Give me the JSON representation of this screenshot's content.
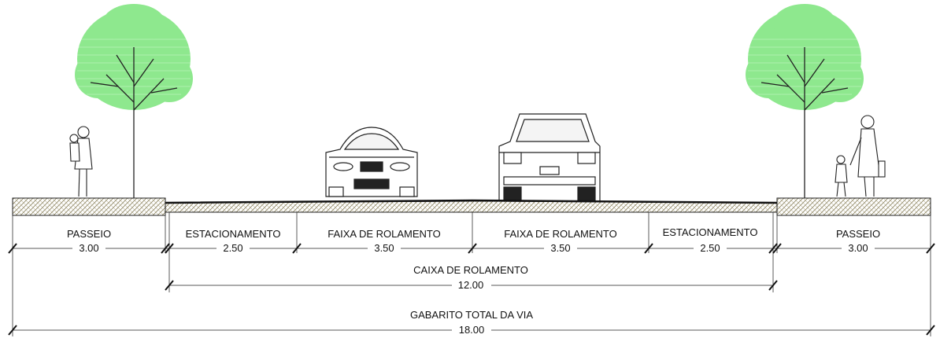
{
  "sections": [
    {
      "label": "PASSEIO",
      "value": "3.00"
    },
    {
      "label": "ESTACIONAMENTO",
      "value": "2.50"
    },
    {
      "label": "FAIXA DE ROLAMENTO",
      "value": "3.50"
    },
    {
      "label": "FAIXA DE ROLAMENTO",
      "value": "3.50"
    },
    {
      "label": "ESTACIONAMENTO",
      "value": "2.50"
    },
    {
      "label": "PASSEIO",
      "value": "3.00"
    }
  ],
  "carriageway": {
    "label": "CAIXA DE ROLAMENTO",
    "value": "12.00"
  },
  "total": {
    "label": "GABARITO TOTAL DA VIA",
    "value": "18.00"
  },
  "colors": {
    "tree_foliage": "#8ee88e",
    "line": "#111111",
    "paving": "#b8b090"
  },
  "icons": [
    "tree",
    "pedestrian-with-child",
    "car-front",
    "suv-rear",
    "adult-with-child"
  ]
}
